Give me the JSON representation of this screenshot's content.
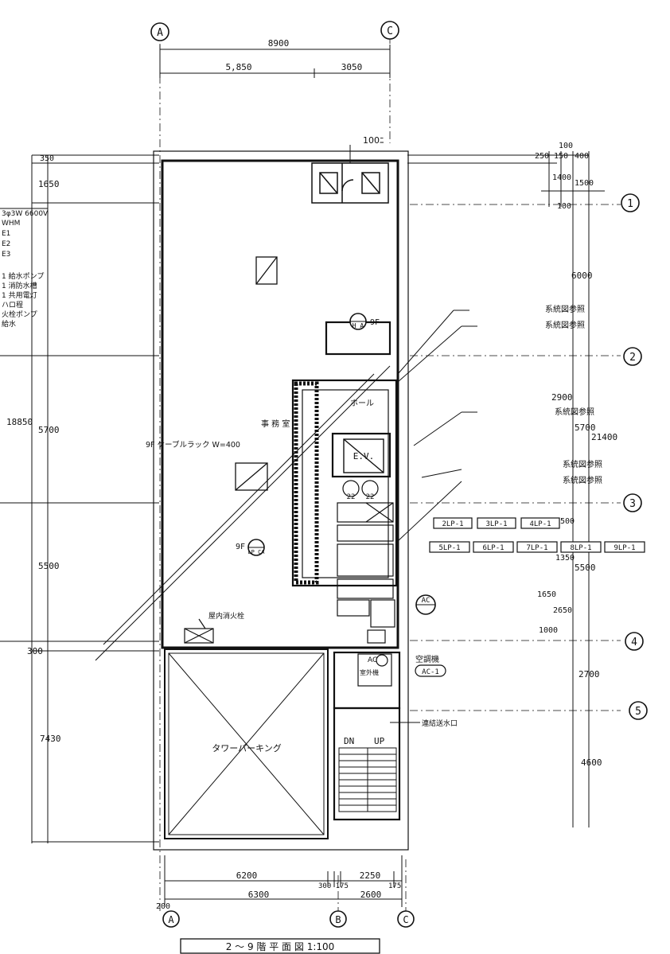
{
  "grid": {
    "col_a": "A",
    "col_b": "B",
    "col_c": "C",
    "row_1": "1",
    "row_2": "2",
    "row_3": "3",
    "row_4": "4",
    "row_5": "5"
  },
  "dims": {
    "top_total": "8900",
    "top_left": "5,850",
    "top_right": "3050",
    "bottom_6200": "6200",
    "bottom_300_175": "300 175",
    "bottom_2250": "2250",
    "bottom_175": "175",
    "bottom_6300": "6300",
    "bottom_2600": "2600",
    "bottom_200": "200",
    "left_350": "350",
    "left_1650": "1650",
    "left_18850": "18850",
    "left_5700": "5700",
    "left_5500": "5500",
    "left_300": "300",
    "left_7430": "7430",
    "right_100a": "100",
    "right_250": "250",
    "right_150": "150",
    "right_400": "400",
    "right_1400": "1400",
    "right_1500": "1500",
    "right_100b": "100",
    "right_6000": "6000",
    "right_2900": "2900",
    "right_5700": "5700",
    "right_21400": "21400",
    "right_500": "500",
    "right_1350": "1350",
    "right_5500": "5500",
    "right_1650": "1650",
    "right_2650": "2650",
    "right_1000": "1000",
    "right_2700": "2700",
    "right_4600": "4600"
  },
  "labels": {
    "main_label": "100ﾆ",
    "ref_system_1": "系統図参照",
    "ref_system_2": "系統図参照",
    "ref_system_3": "系統図参照",
    "ref_system_4": "系統図参照",
    "ref_system_5": "系統図参照",
    "hall": "ホール",
    "office": "事 務 室",
    "cable_rack": "9F ケーブルラック W=400",
    "ev": "E.V.",
    "ps_9f": "9F",
    "ha": "H A",
    "lp_9f": "9F",
    "lp_ca": "LP CA",
    "ac_unit": "AC",
    "ac_outdoor": "AC",
    "ac_outdoor_jp": "室外機",
    "ac1_title": "空調機",
    "ac1_tag": "AC-1",
    "dn": "DN",
    "up": "UP",
    "tower_parking": "タワーパーキング",
    "outdoor_vent": "屋内消火栓",
    "fire_outlet": "連結送水口",
    "legend_1": "3φ3W 6600V",
    "legend_2": "WHM",
    "legend_3": "E1",
    "legend_4": "E2",
    "legend_5": "E3",
    "legend_6": "1 給水ポンプ",
    "legend_7": "1 消防水槽",
    "legend_8": "1 共用電灯",
    "legend_9": "ハロ程",
    "legend_10": "火栓ポンプ",
    "legend_11": "給水",
    "lp_2": "2LP-1",
    "lp_3": "3LP-1",
    "lp_4": "4LP-1",
    "lp_5": "5LP-1",
    "lp_6": "6LP-1",
    "lp_7": "7LP-1",
    "lp_8": "8LP-1",
    "lp_9": "9LP-1",
    "room_22a": "22",
    "room_22b": "22"
  },
  "title_block": {
    "title": "2 〜 9  階 平 面 図   1:100"
  }
}
